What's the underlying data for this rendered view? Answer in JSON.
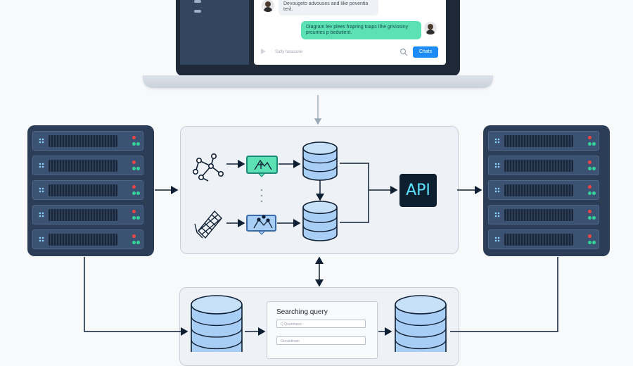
{
  "chat": {
    "incoming_message": "Devougeto advouses and like poventia teril.",
    "outgoing_message": "Diagram lev plees frapring toaps Ilhe griviosiny prcuntes p bedutient.",
    "compose_placeholder": "Sutly tasaouse",
    "send_label": "Chats"
  },
  "pipeline": {
    "api_label": "API"
  },
  "search": {
    "title": "Searching query",
    "input_placeholder": "Q  Quanmace",
    "input2_placeholder": "Oucantinam"
  },
  "colors": {
    "rack": "#2c3d57",
    "arrow": "#0f1f33",
    "teal": "#5ce1b4",
    "db_blue": "#a9cef5",
    "send_button": "#1d8cf8"
  }
}
